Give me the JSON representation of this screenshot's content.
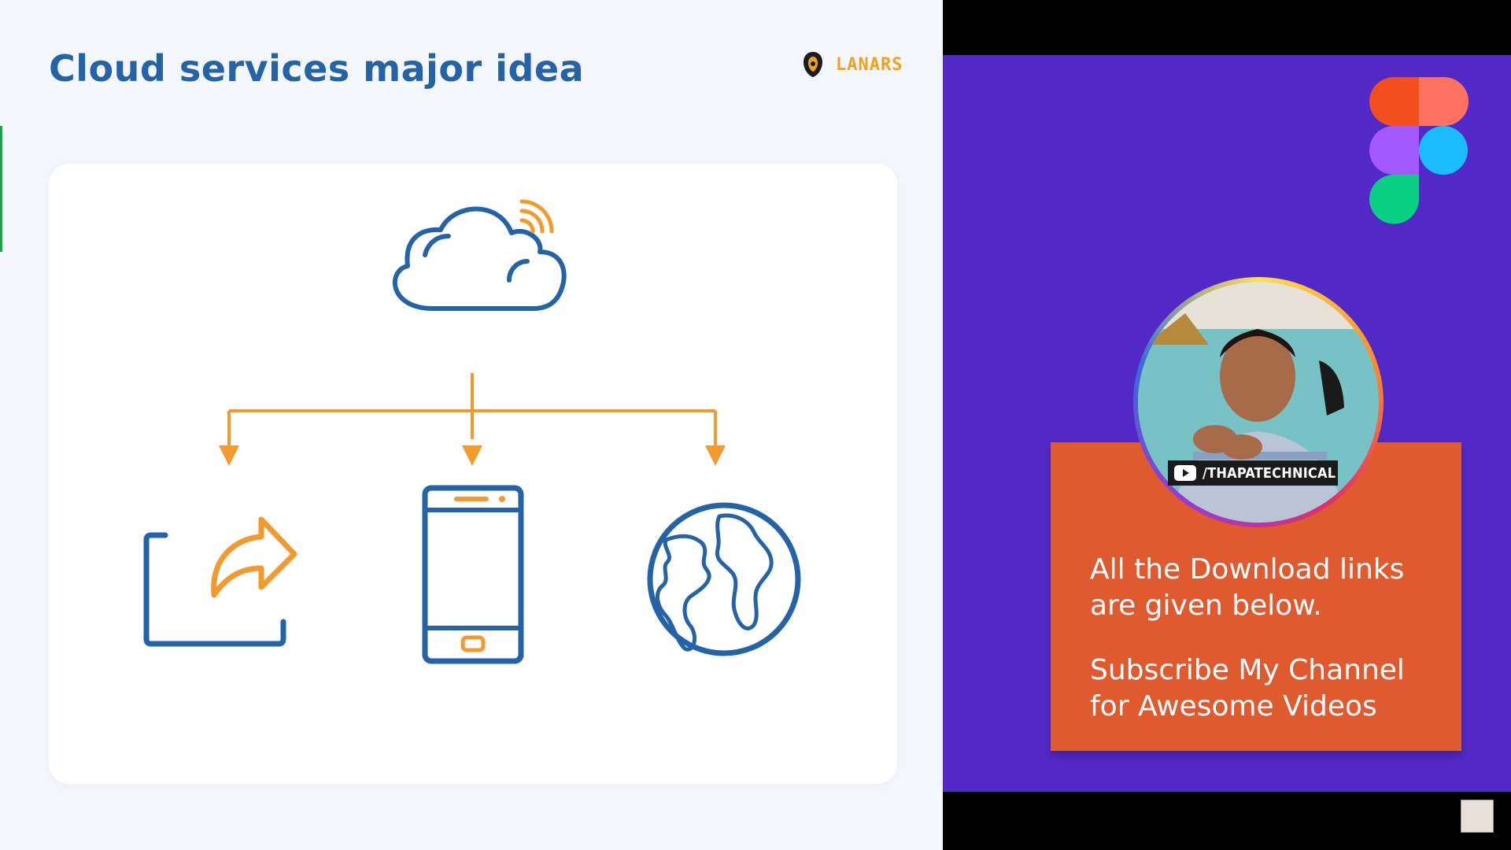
{
  "slide": {
    "title": "Cloud services major idea",
    "logo_text": "LANARS",
    "colors": {
      "blue": "#2563a8",
      "orange": "#f29a2e",
      "card": "#ffffff"
    },
    "diagram": {
      "top_icon": "cloud-wifi-icon",
      "nodes": [
        "share-icon",
        "smartphone-icon",
        "globe-icon"
      ]
    }
  },
  "panel": {
    "background": "#5229c7",
    "brand_icon": "figma-icon",
    "channel_handle": "/THAPATECHNICAL",
    "message_line1": "All the Download links",
    "message_line2": "are given below.",
    "message_line3": "Subscribe My Channel",
    "message_line4": "for Awesome Videos"
  }
}
